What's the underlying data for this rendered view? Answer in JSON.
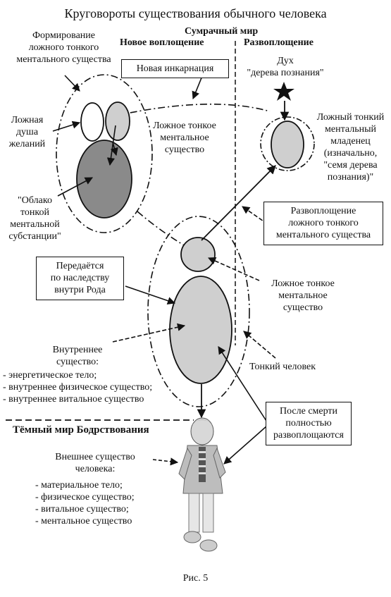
{
  "title": "Круговороты существования обычного человека",
  "headers": {
    "twilight": "Сумрачный мир",
    "new_incarnation": "Новое воплощение",
    "disembodiment": "Развоплощение",
    "dark_world": "Тёмный мир Бодрствования"
  },
  "boxes": {
    "new_incarnation": "Новая инкарнация",
    "disembodiment_lines": [
      "Развоплощение",
      "ложного тонкого",
      "ментального существа"
    ],
    "inherited_lines": [
      "Передаётся",
      "по наследству",
      "внутри Рода"
    ],
    "after_death_lines": [
      "После смерти",
      "полностью",
      "развоплощаются"
    ]
  },
  "labels": {
    "formation_lines": [
      "Формирование",
      "ложного тонкого",
      "ментального существа"
    ],
    "false_soul_lines": [
      "Ложная",
      "душа",
      "желаний"
    ],
    "false_subtle_top_lines": [
      "Ложное тонкое",
      "ментальное",
      "существо"
    ],
    "cloud_lines": [
      "\"Облако",
      "тонкой",
      "ментальной",
      "субстанции\""
    ],
    "spirit_lines": [
      "Дух",
      "\"дерева познания\""
    ],
    "infant_lines": [
      "Ложный тонкий",
      "ментальный",
      "младенец",
      "(изначально,",
      "\"семя дерева",
      "познания)\""
    ],
    "false_subtle_mid_lines": [
      "Ложное тонкое",
      "ментальное",
      "существо"
    ],
    "inner_being_lines": [
      "Внутреннее",
      "существо:"
    ],
    "inner_list": [
      "- энергетическое тело;",
      "- внутреннее физическое существо;",
      "- внутреннее витальное существо"
    ],
    "subtle_person": "Тонкий человек",
    "outer_being_lines": [
      "Внешнее существо",
      "человека:"
    ],
    "outer_list": [
      "- материальное тело;",
      "- физическое существо;",
      "- витальное существо;",
      "- ментальное существо"
    ]
  },
  "caption": "Рис. 5",
  "colors": {
    "light_gray": "#cfcfcf",
    "dark_gray": "#8a8a8a",
    "ink": "#111111"
  }
}
